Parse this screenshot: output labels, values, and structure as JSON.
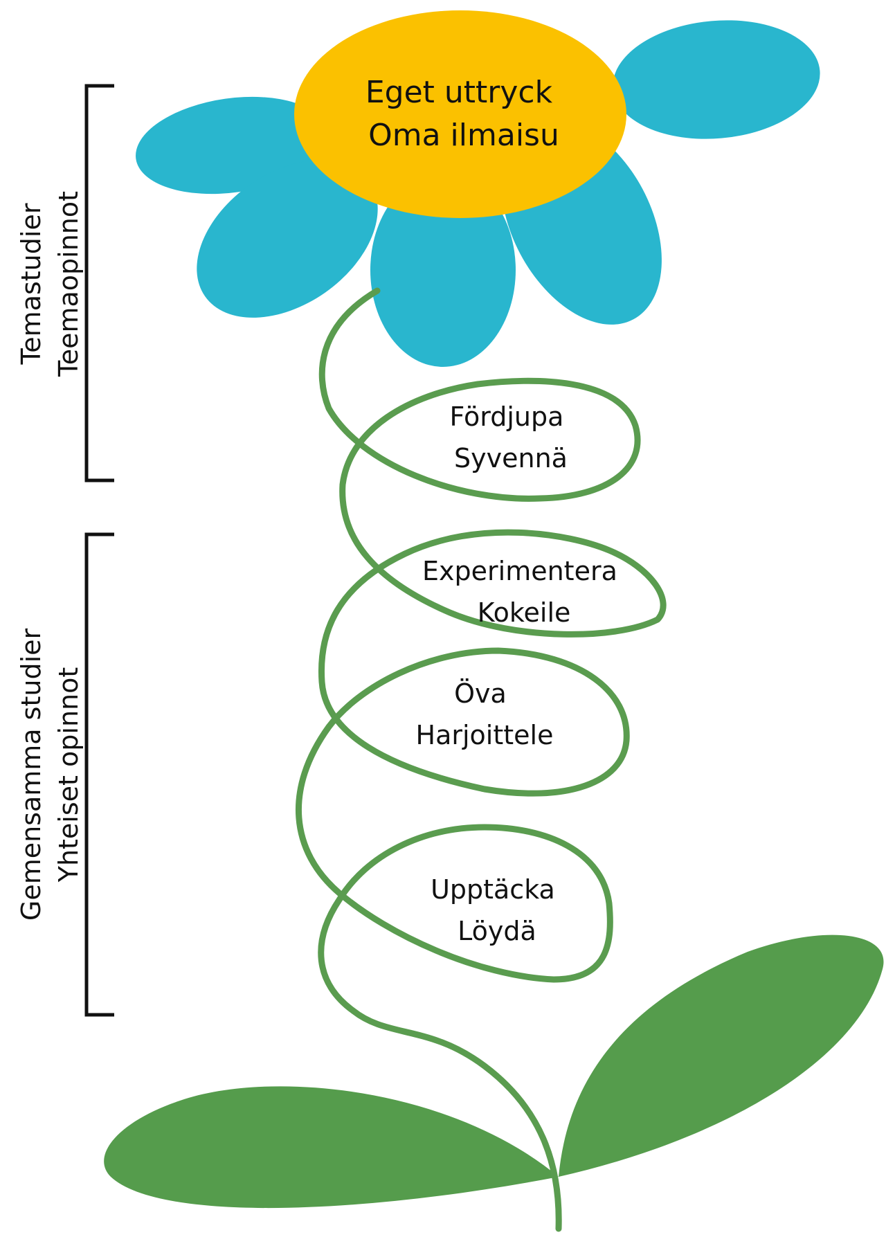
{
  "flower_center": {
    "line1": "Eget uttryck",
    "line2": "Oma ilmaisu"
  },
  "stages": [
    {
      "line1": "Fördjupa",
      "line2": "Syvennä"
    },
    {
      "line1": "Experimentera",
      "line2": "Kokeile"
    },
    {
      "line1": "Öva",
      "line2": "Harjoittele"
    },
    {
      "line1": "Upptäcka",
      "line2": "Löydä"
    }
  ],
  "brackets": {
    "theme_studies": {
      "line1": "Temastudier",
      "line2": "Teemaopinnot"
    },
    "common_studies": {
      "line1": "Gemensamma studier",
      "line2": "Yhteiset opinnot"
    }
  },
  "colors": {
    "petal": "#29b6ce",
    "center": "#fbc100",
    "stem": "#5a9c4f",
    "leaf": "#559c4c",
    "text": "#111111"
  }
}
